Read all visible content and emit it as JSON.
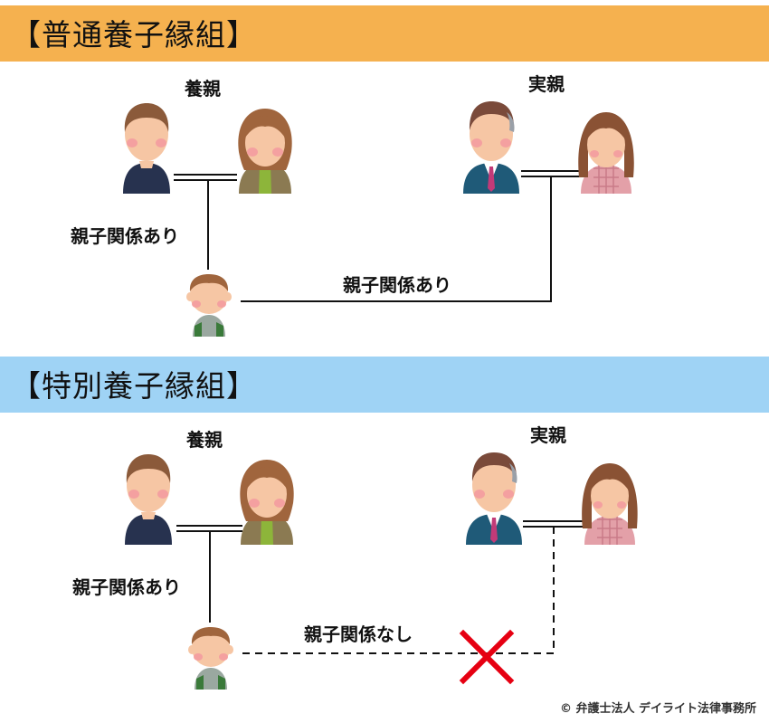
{
  "sections": [
    {
      "title": "【普通養子縁組】",
      "adoptive_label": "養親",
      "biological_label": "実親",
      "adoptive_relation": "親子関係あり",
      "biological_relation": "親子関係あり",
      "biological_relation_status": "exists"
    },
    {
      "title": "【特別養子縁組】",
      "adoptive_label": "養親",
      "biological_label": "実親",
      "adoptive_relation": "親子関係あり",
      "biological_relation": "親子関係なし",
      "biological_relation_status": "severed"
    }
  ],
  "credit": "© 弁護士法人 デイライト法律事務所",
  "colors": {
    "section1_band": "#f5b14f",
    "section2_band": "#9fd3f5",
    "cross_mark": "#e60012"
  },
  "icons": [
    "adoptive-father-icon",
    "adoptive-mother-icon",
    "biological-father-icon",
    "biological-mother-icon",
    "child-icon",
    "cross-mark-icon"
  ]
}
